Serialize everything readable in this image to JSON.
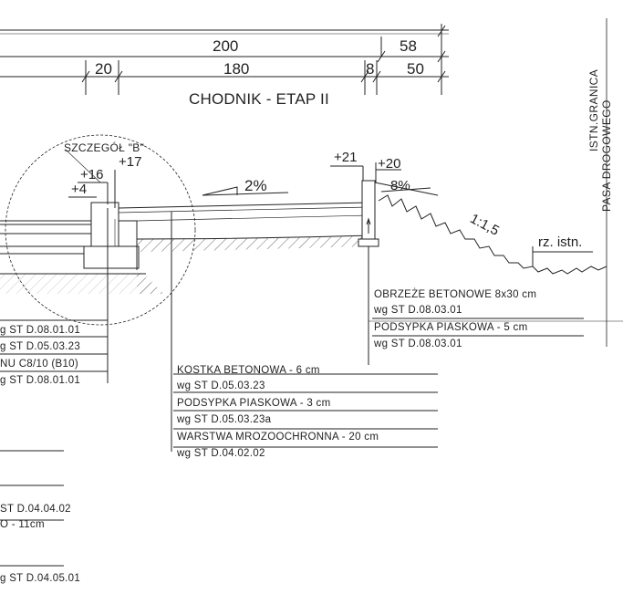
{
  "dimensions": {
    "top_total": "200",
    "top_right": "58",
    "segment_left": "20",
    "segment_main": "180",
    "segment_small": "8",
    "segment_right": "50"
  },
  "title": "CHODNIK - ETAP II",
  "detail_label": "SZCZEGÓŁ \"B\"",
  "elevations": {
    "e_plus16": "+16",
    "e_plus4": "+4",
    "e_plus17": "+17",
    "e_plus21": "+21",
    "e_plus20": "+20"
  },
  "slopes": {
    "sidewalk": "2%",
    "shoulder": "8%",
    "embankment": "1:1,5"
  },
  "existing_terrain": "rz. istn.",
  "boundary": {
    "line1": "ISTN.GRANICA",
    "line2": "PASA DROGOWEGO"
  },
  "notes_right": [
    "OBRZEŻE BETONOWE 8x30 cm",
    "wg ST D.08.03.01",
    "PODSYPKA PIASKOWA - 5 cm",
    "wg ST D.08.03.01"
  ],
  "notes_center": [
    "KOSTKA BETONOWA - 6 cm",
    "wg ST D.05.03.23",
    "PODSYPKA PIASKOWA - 3 cm",
    "wg ST D.05.03.23a",
    "WARSTWA MROZOOCHRONNA - 20 cm",
    "wg ST D.04.02.02"
  ],
  "notes_left": [
    "g ST D.08.01.01",
    "g ST D.05.03.23",
    "NU C8/10 (B10)",
    "g ST D.08.01.01",
    "ST D.04.04.02",
    "O - 11cm",
    "g ST D.04.05.01"
  ],
  "colors": {
    "ink": "#222222",
    "paper": "#ffffff"
  }
}
